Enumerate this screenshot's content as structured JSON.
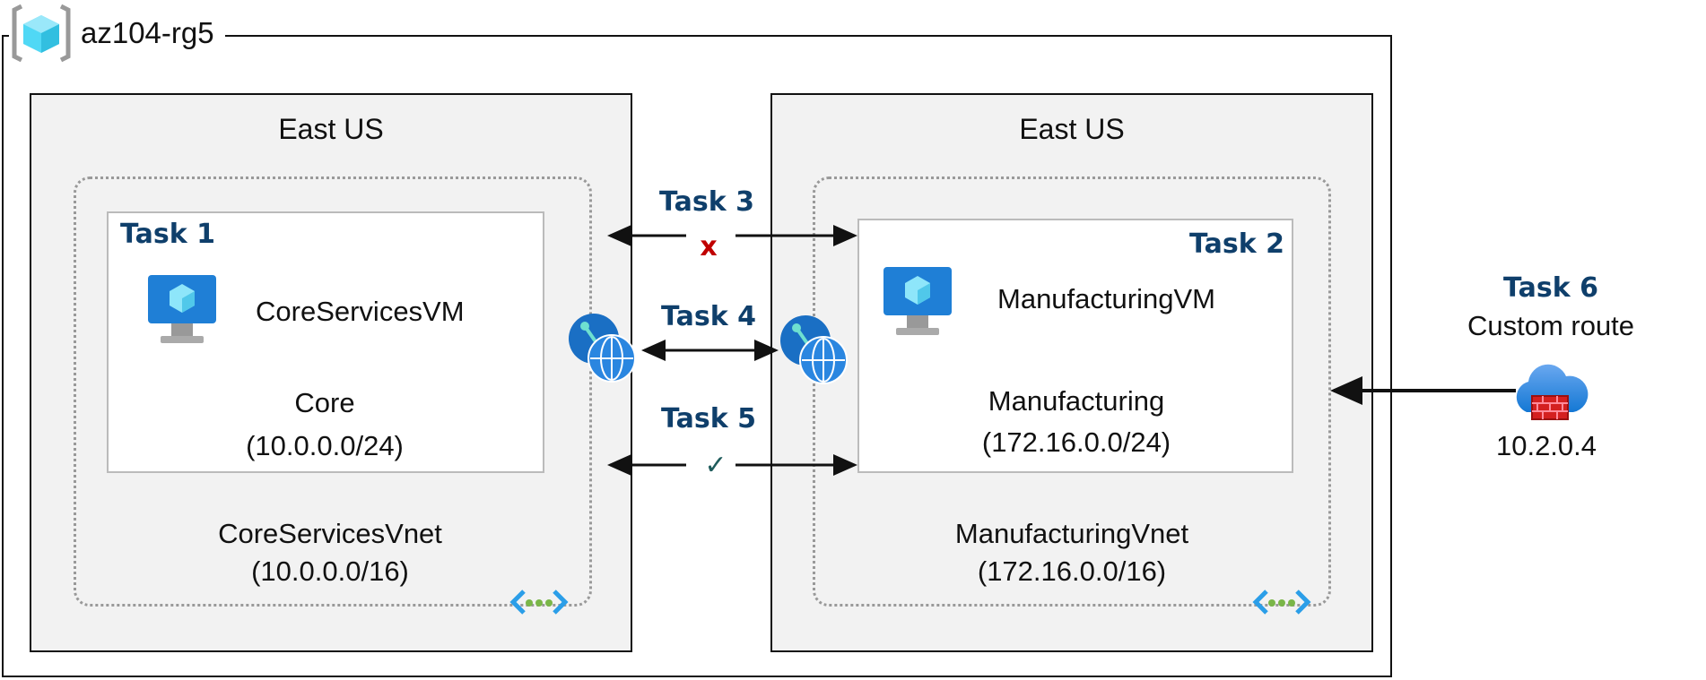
{
  "resource_group": {
    "name": "az104-rg5",
    "icon": "resource-group-icon"
  },
  "regions": [
    {
      "name": "East US",
      "vnet": {
        "name": "CoreServicesVnet",
        "cidr": "(10.0.0.0/16)"
      },
      "subnet": {
        "task": "Task 1",
        "vm": "CoreServicesVM",
        "name": "Core",
        "cidr": "(10.0.0.0/24)"
      }
    },
    {
      "name": "East US",
      "vnet": {
        "name": "ManufacturingVnet",
        "cidr": "(172.16.0.0/16)"
      },
      "subnet": {
        "task": "Task 2",
        "vm": "ManufacturingVM",
        "name": "Manufacturing",
        "cidr": "(172.16.0.0/24)"
      }
    }
  ],
  "connections": [
    {
      "task": "Task 3",
      "status": "x",
      "status_color": "#c00000"
    },
    {
      "task": "Task 4"
    },
    {
      "task": "Task 5",
      "status": "✓",
      "status_color": "#1f5c5c"
    }
  ],
  "custom_route": {
    "task": "Task 6",
    "label": "Custom route",
    "ip": "10.2.0.4",
    "icon": "firewall-cloud-icon"
  },
  "colors": {
    "task": "#0f3f6b",
    "region_bg": "#f2f2f2"
  }
}
